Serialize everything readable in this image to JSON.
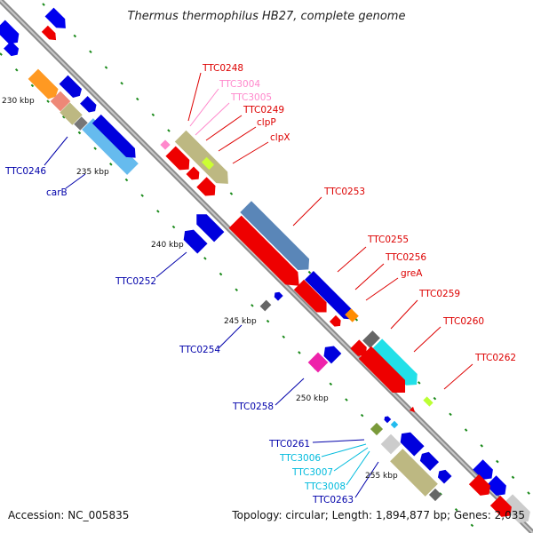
{
  "title": "Thermus thermophilus HB27, complete genome",
  "footer": {
    "accession": "Accession: NC_005835",
    "topology": "Topology: circular; Length: 1,894,877 bp; Genes: 2,035"
  },
  "scale_ticks": [
    "230 kbp",
    "235 kbp",
    "240 kbp",
    "245 kbp",
    "250 kbp",
    "255 kbp"
  ],
  "gene_labels_forward": [
    "TTC0248",
    "TTC3004",
    "TTC3005",
    "TTC0249",
    "clpP",
    "clpX",
    "TTC0253",
    "TTC0255",
    "TTC0256",
    "greA",
    "TTC0259",
    "TTC0260",
    "TTC0262"
  ],
  "gene_labels_reverse": [
    "TTC0246",
    "carB",
    "TTC0252",
    "TTC0254",
    "TTC0258",
    "TTC0261",
    "TTC3006",
    "TTC3007",
    "TTC3008",
    "TTC0263"
  ],
  "colors": {
    "backbone": "#8c8c8c",
    "forward_label": "#dd0000",
    "reverse_label": "#0000aa",
    "pale_label": "#ff88cc",
    "cyan_label": "#00bbdd",
    "tick_dash": "#1a8a1a"
  }
}
